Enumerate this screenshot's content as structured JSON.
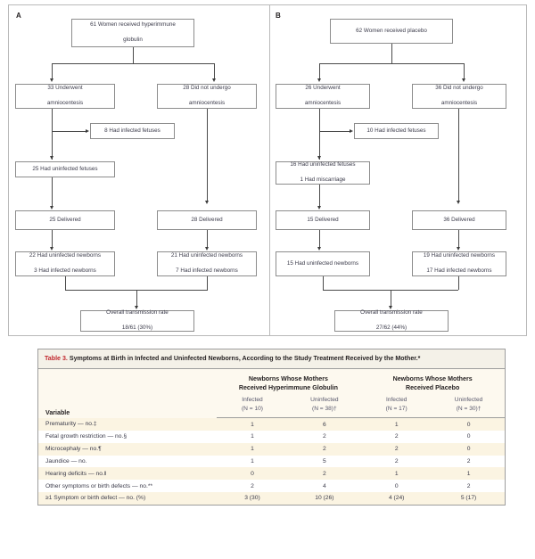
{
  "figure": {
    "panels": [
      {
        "label": "A",
        "nodes": [
          {
            "id": "a-root",
            "lines": [
              "61 Women received hyperimmune",
              "globulin"
            ]
          },
          {
            "id": "a-amnio",
            "lines": [
              "33 Underwent",
              "amniocentesis"
            ]
          },
          {
            "id": "a-noamnio",
            "lines": [
              "28 Did not undergo",
              "amniocentesis"
            ]
          },
          {
            "id": "a-inffet",
            "lines": [
              "8 Had infected fetuses"
            ]
          },
          {
            "id": "a-uninffet",
            "lines": [
              "25 Had uninfected fetuses"
            ]
          },
          {
            "id": "a-del-left",
            "lines": [
              "25 Delivered"
            ]
          },
          {
            "id": "a-del-right",
            "lines": [
              "28 Delivered"
            ]
          },
          {
            "id": "a-nb-left",
            "lines": [
              "22 Had uninfected newborns",
              "3 Had infected newborns"
            ]
          },
          {
            "id": "a-nb-right",
            "lines": [
              "21 Had uninfected newborns",
              "7 Had infected newborns"
            ]
          },
          {
            "id": "a-rate",
            "lines": [
              "Overall transmission rate",
              "18/61 (30%)"
            ]
          }
        ]
      },
      {
        "label": "B",
        "nodes": [
          {
            "id": "b-root",
            "lines": [
              "62 Women received placebo"
            ]
          },
          {
            "id": "b-amnio",
            "lines": [
              "26 Underwent",
              "amniocentesis"
            ]
          },
          {
            "id": "b-noamnio",
            "lines": [
              "36 Did not undergo",
              "amniocentesis"
            ]
          },
          {
            "id": "b-inffet",
            "lines": [
              "10 Had infected fetuses"
            ]
          },
          {
            "id": "b-uninffet",
            "lines": [
              "16 Had uninfected fetuses",
              "1 Had miscarriage"
            ]
          },
          {
            "id": "b-del-left",
            "lines": [
              "15 Delivered"
            ]
          },
          {
            "id": "b-del-right",
            "lines": [
              "36 Delivered"
            ]
          },
          {
            "id": "b-nb-left",
            "lines": [
              "15 Had uninfected newborns"
            ]
          },
          {
            "id": "b-nb-right",
            "lines": [
              "19 Had uninfected newborns",
              "17 Had infected newborns"
            ]
          },
          {
            "id": "b-rate",
            "lines": [
              "Overall transmission rate",
              "27/62 (44%)"
            ]
          }
        ]
      }
    ]
  },
  "table": {
    "title_number": "Table 3.",
    "title_text": " Symptoms at Birth in Infected and Uninfected Newborns, According to the Study Treatment Received by the Mother.*",
    "accent_color": "#c1272d",
    "header": {
      "variable": "Variable",
      "groups": [
        {
          "lines": [
            "Newborns Whose Mothers",
            "Received Hyperimmune Globulin"
          ]
        },
        {
          "lines": [
            "Newborns Whose Mothers",
            "Received Placebo"
          ]
        }
      ],
      "subcolumns": [
        {
          "lines": [
            "Infected",
            "(N = 10)"
          ]
        },
        {
          "lines": [
            "Uninfected",
            "(N = 38)†"
          ]
        },
        {
          "lines": [
            "Infected",
            "(N = 17)"
          ]
        },
        {
          "lines": [
            "Uninfected",
            "(N = 30)†"
          ]
        }
      ]
    },
    "rows": [
      {
        "variable": "Prematurity — no.‡",
        "values": [
          "1",
          "6",
          "1",
          "0"
        ]
      },
      {
        "variable": "Fetal growth restriction — no.§",
        "values": [
          "1",
          "2",
          "2",
          "0"
        ]
      },
      {
        "variable": "Microcephaly — no.¶",
        "values": [
          "1",
          "2",
          "2",
          "0"
        ]
      },
      {
        "variable": "Jaundice — no.",
        "values": [
          "1",
          "5",
          "2",
          "2"
        ]
      },
      {
        "variable": "Hearing deficits — no.‖",
        "values": [
          "0",
          "2",
          "1",
          "1"
        ]
      },
      {
        "variable": "Other symptoms or birth defects — no.**",
        "values": [
          "2",
          "4",
          "0",
          "2"
        ]
      },
      {
        "variable": "≥1 Symptom or birth defect — no. (%)",
        "values": [
          "3 (30)",
          "10 (26)",
          "4 (24)",
          "5 (17)"
        ]
      }
    ]
  }
}
